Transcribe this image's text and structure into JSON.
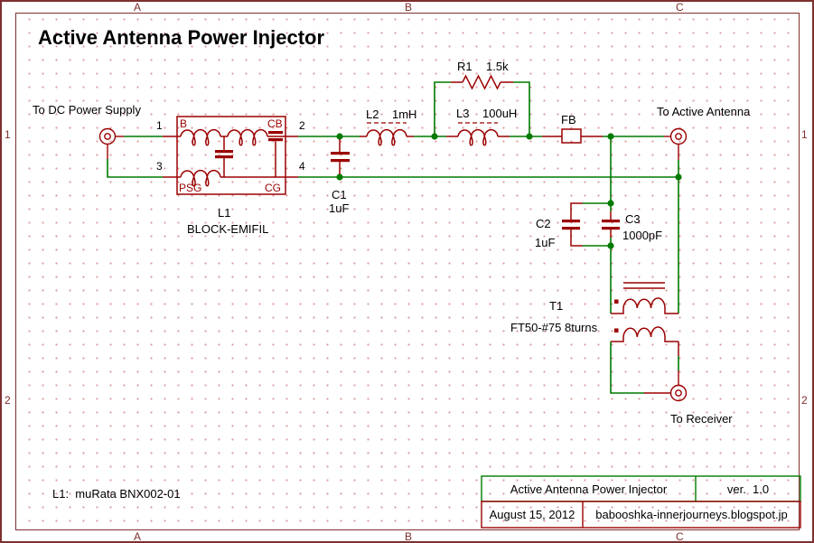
{
  "colors": {
    "wire_green": "#007a00",
    "part_red": "#9b0000",
    "frame_red": "#7e2f2e",
    "grid_dot": "#dc9a9a"
  },
  "heading": "Active Antenna Power Injector",
  "frame": {
    "cols": [
      "A",
      "B",
      "C"
    ],
    "rows": [
      "1",
      "2"
    ]
  },
  "nets": {
    "dc_power": "To DC Power Supply",
    "antenna": "To Active Antenna",
    "receiver": "To Receiver"
  },
  "comp": {
    "l1": {
      "ref": "L1",
      "value": "BLOCK-EMIFIL",
      "pins": [
        "1",
        "2",
        "3",
        "4"
      ],
      "ports": [
        "B",
        "CB",
        "PSG",
        "CG"
      ]
    },
    "l2": {
      "ref": "L2",
      "value": "1mH"
    },
    "l3": {
      "ref": "L3",
      "value": "100uH"
    },
    "r1": {
      "ref": "R1",
      "value": "1.5k"
    },
    "fb": {
      "ref": "FB"
    },
    "c1": {
      "ref": "C1",
      "value": "1uF"
    },
    "c2": {
      "ref": "C2",
      "value": "1uF"
    },
    "c3": {
      "ref": "C3",
      "value": "1000pF"
    },
    "t1": {
      "ref": "T1",
      "value": "FT50-#75 8turns"
    }
  },
  "note": "L1:  muRata BNX002-01",
  "title_block": {
    "title": "Active Antenna Power Injector",
    "version": "ver.  1.0",
    "date": "August 15, 2012",
    "site": "babooshka-innerjourneys.blogspot.jp"
  }
}
